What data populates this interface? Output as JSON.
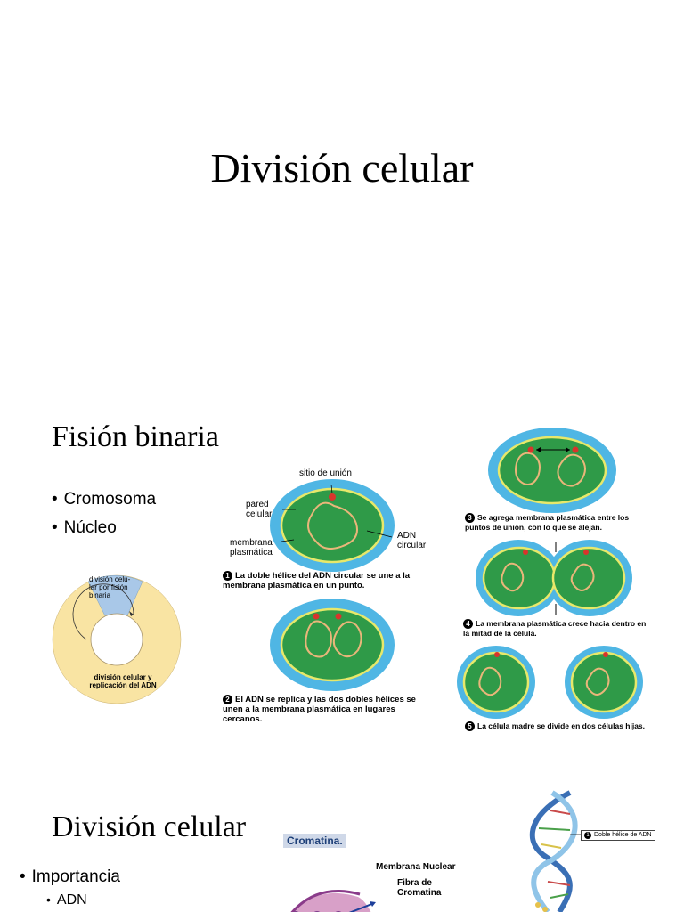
{
  "slide1": {
    "title": "División celular"
  },
  "slide2": {
    "title": "Fisión binaria",
    "bullets": [
      "Cromosoma",
      "Núcleo"
    ],
    "cycle": {
      "segment_label": "división celu-\nlar por fisión\nbinaria",
      "main_label": "división celular y\nreplicación del ADN",
      "colors": {
        "cycle": "#f9e4a3",
        "fission": "#a9c8e8"
      }
    },
    "diagram": {
      "labels": {
        "site": "sitio de unión",
        "wall": "pared\ncelular",
        "membrane": "membrana\nplasmática",
        "dna": "ADN\ncircular"
      },
      "steps": [
        {
          "n": "1",
          "text": "La doble hélice del ADN circular se une a la\nmembrana plasmática en un punto."
        },
        {
          "n": "2",
          "text": "El ADN se replica y las dos dobles hélices se\nunen a la membrana plasmática en lugares\ncercanos."
        },
        {
          "n": "3",
          "text": "Se agrega membrana plasmática entre los\npuntos de unión, con lo que se alejan."
        },
        {
          "n": "4",
          "text": "La membrana plasmática crece hacia dentro en\nla mitad de la célula."
        },
        {
          "n": "5",
          "text": "La célula madre se divide en dos células hijas."
        }
      ],
      "colors": {
        "wall": "#4fb6e4",
        "cytoplasm": "#2f9a48",
        "membrane": "#e8e86a",
        "dna": "#e9b67a",
        "site": "#d8342c"
      }
    }
  },
  "slide3": {
    "title": "División celular",
    "bullets": [
      "Importancia"
    ],
    "sub_bullets": [
      "ADN"
    ],
    "chromatin": {
      "title": "Cromatina.",
      "membrane_label": "Membrana Nuclear",
      "fiber_label": "Fibra de\nCromatina"
    },
    "helix": {
      "label": "Doble hélice de ADN",
      "n": "1"
    }
  }
}
